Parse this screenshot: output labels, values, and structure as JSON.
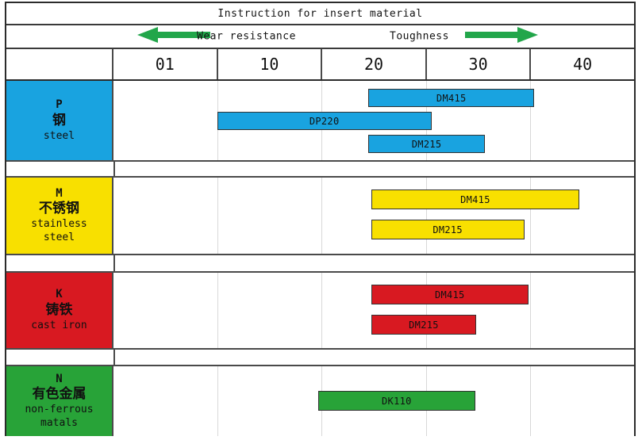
{
  "title": "Instruction for insert material",
  "axis": {
    "left_label": "Wear resistance",
    "right_label": "Toughness",
    "arrow_color": "#22a64a",
    "left_arrow_icon": "arrow-left-icon",
    "right_arrow_icon": "arrow-right-icon"
  },
  "columns": {
    "corner_label": "",
    "headers": [
      "01",
      "10",
      "20",
      "30",
      "40"
    ]
  },
  "chart_data": {
    "type": "bar",
    "title": "Instruction for insert material",
    "xlabel": "",
    "ylabel": "",
    "categories": [
      "01",
      "10",
      "20",
      "30",
      "40"
    ],
    "x_axis_note_left": "Wear resistance",
    "x_axis_note_right": "Toughness",
    "grid": true,
    "legend": "none",
    "series": [
      {
        "name": "P steel",
        "color": "#19a3e0",
        "bars": [
          {
            "label": "DM415",
            "start_col": 20,
            "end_col": 35,
            "start_pct": 49.0,
            "end_pct": 80.8
          },
          {
            "label": "DP220",
            "start_col": 10,
            "end_col": 30,
            "start_pct": 19.9,
            "end_pct": 61.1
          },
          {
            "label": "DM215",
            "start_col": 20,
            "end_col": 32,
            "start_pct": 49.0,
            "end_pct": 71.3
          }
        ]
      },
      {
        "name": "M stainless steel",
        "color": "#f8e000",
        "bars": [
          {
            "label": "DM415",
            "start_col": 20,
            "end_col": 40,
            "start_pct": 49.5,
            "end_pct": 89.5
          },
          {
            "label": "DM215",
            "start_col": 20,
            "end_col": 35,
            "start_pct": 49.5,
            "end_pct": 78.9
          }
        ]
      },
      {
        "name": "K cast iron",
        "color": "#d81921",
        "bars": [
          {
            "label": "DM415",
            "start_col": 20,
            "end_col": 34,
            "start_pct": 49.5,
            "end_pct": 79.7
          },
          {
            "label": "DM215",
            "start_col": 20,
            "end_col": 30,
            "start_pct": 49.5,
            "end_pct": 69.7
          }
        ]
      },
      {
        "name": "N non-ferrous matals",
        "color": "#28a338",
        "bars": [
          {
            "label": "DK110",
            "start_col": 15,
            "end_col": 29,
            "start_pct": 39.3,
            "end_pct": 69.5
          }
        ]
      }
    ]
  },
  "rows": [
    {
      "letter": "P",
      "cn": "钢",
      "en": "steel",
      "color": "#19a3e0",
      "bars": [
        {
          "label": "DM415",
          "left_pct": 49.0,
          "width_pct": 31.8,
          "top": 10
        },
        {
          "label": "DP220",
          "left_pct": 19.9,
          "width_pct": 41.2,
          "top": 39
        },
        {
          "label": "DM215",
          "left_pct": 49.0,
          "width_pct": 22.3,
          "top": 68
        }
      ]
    },
    {
      "letter": "M",
      "cn": "不锈钢",
      "en": "stainless\nsteel",
      "color": "#f8e000",
      "bars": [
        {
          "label": "DM415",
          "left_pct": 49.5,
          "width_pct": 40.0,
          "top": 15
        },
        {
          "label": "DM215",
          "left_pct": 49.5,
          "width_pct": 29.4,
          "top": 53
        }
      ]
    },
    {
      "letter": "K",
      "cn": "铸铁",
      "en": "cast iron",
      "color": "#d81921",
      "bars": [
        {
          "label": "DM415",
          "left_pct": 49.5,
          "width_pct": 30.2,
          "top": 15
        },
        {
          "label": "DM215",
          "left_pct": 49.5,
          "width_pct": 20.2,
          "top": 53
        }
      ]
    },
    {
      "letter": "N",
      "cn": "有色金属",
      "en": "non-ferrous\nmatals",
      "color": "#28a338",
      "bars": [
        {
          "label": "DK110",
          "left_pct": 39.3,
          "width_pct": 30.2,
          "top": 31
        }
      ]
    }
  ]
}
